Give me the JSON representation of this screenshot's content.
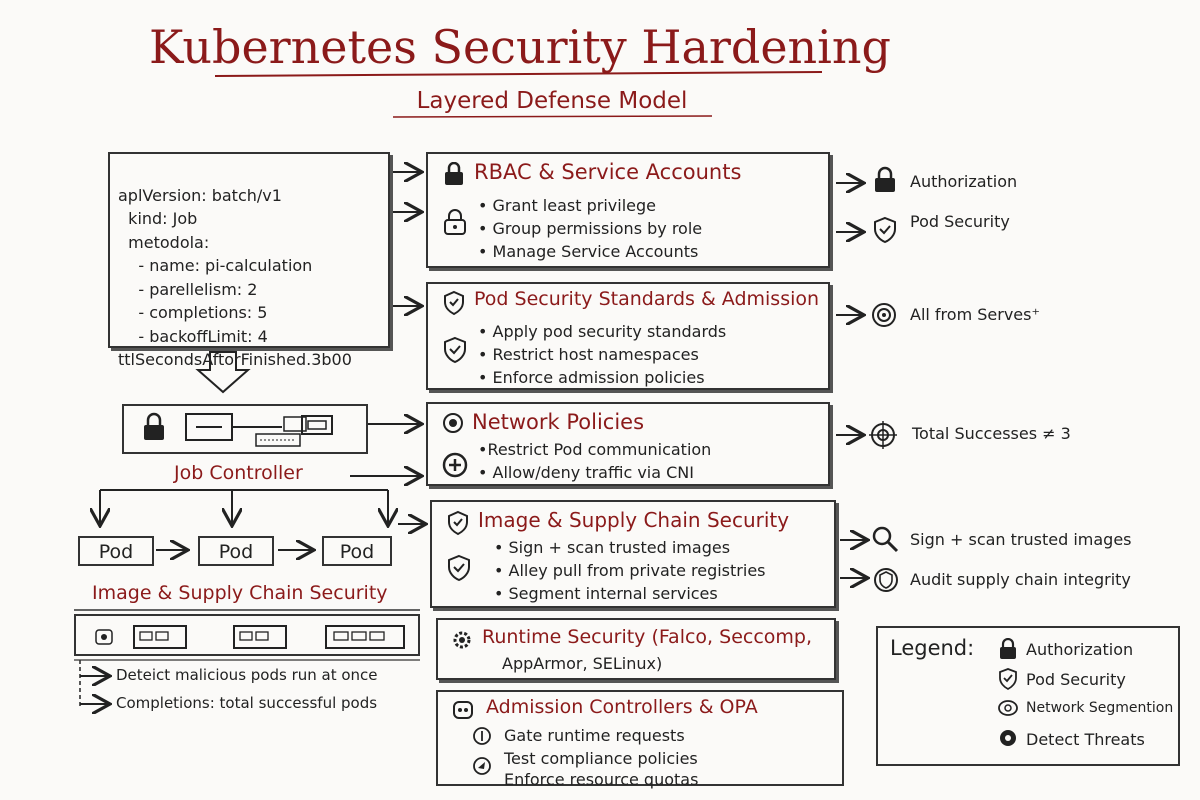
{
  "header": {
    "title": "Kubernetes Security Hardening",
    "subtitle": "Layered Defense Model"
  },
  "yaml": {
    "lines": [
      "aplVersion: batch/v1",
      "  kind: Job",
      "  metodola:",
      "    - name: pi-calculation",
      "    - parellelism: 2",
      "    - completions: 5",
      "    - backoffLimit: 4",
      "ttlSecondsAftorFinished.3b00"
    ]
  },
  "job_controller": {
    "label": "Job Controller",
    "pods": [
      "Pod",
      "Pod",
      "Pod"
    ]
  },
  "supply_chain_left": {
    "label": "Image & Supply Chain Security",
    "notes": [
      "Deteict malicious pods run at once",
      "Completions: total successful pods"
    ]
  },
  "sections": {
    "rbac": {
      "title": "RBAC & Service Accounts",
      "bullets": [
        "• Grant least privilege",
        "• Group permissions by role",
        "• Manage Service Accounts"
      ]
    },
    "pss": {
      "title": "Pod Security Standards & Admission",
      "bullets": [
        "• Apply pod security standards",
        "• Restrict host namespaces",
        "• Enforce admission policies"
      ]
    },
    "netpol": {
      "title": "Network Policies",
      "bullets": [
        "•Restrict Pod communication",
        "• Allow/deny traffic via CNI"
      ]
    },
    "image": {
      "title": "Image & Supply Chain Security",
      "bullets": [
        "• Sign + scan trusted images",
        "• Alley pull from private registries",
        "• Segment internal services"
      ]
    },
    "runtime": {
      "title": "Runtime Security (Falco, Seccomp,",
      "title2": "AppArmor, SELinux)"
    },
    "admission": {
      "title": "Admission Controllers & OPA",
      "bullets": [
        "Gate runtime requests",
        "Test compliance policies",
        "Enforce resource quotas"
      ]
    }
  },
  "side_labels": {
    "authorization": "Authorization",
    "pod_security": "Pod Security",
    "serves": "All from Serves⁺",
    "successes": "Total Successes ≠ 3",
    "sign_scan": "Sign + scan trusted images",
    "audit": "Audit supply chain integrity"
  },
  "legend": {
    "title": "Legend:",
    "items": [
      "Authorization",
      "Pod Security",
      "Network Segmention",
      "Detect Threats"
    ]
  },
  "icons": [
    "lock-icon",
    "shield-check-icon",
    "target-icon",
    "magnifier-icon",
    "gear-icon",
    "network-icon",
    "threat-icon"
  ],
  "colors": {
    "accent": "#8b1a1a",
    "ink": "#222222",
    "background": "#fbfaf8"
  }
}
